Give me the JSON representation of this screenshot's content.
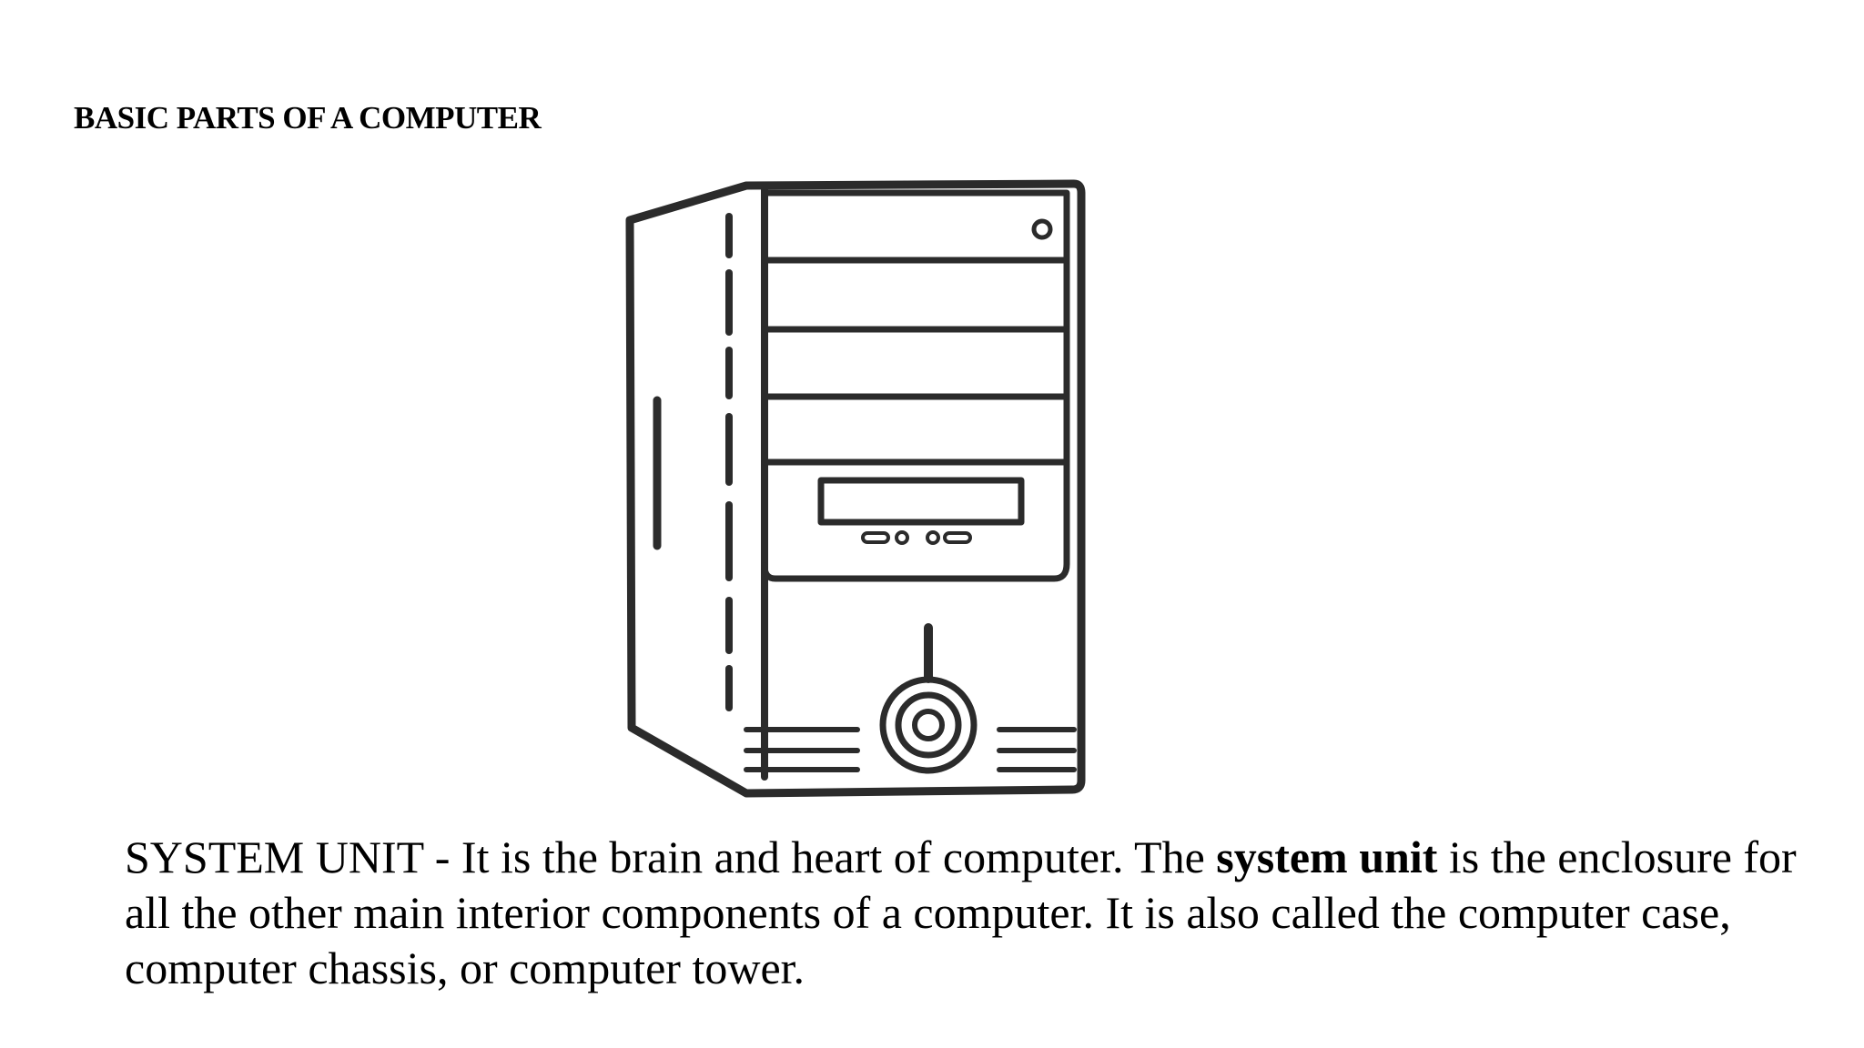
{
  "slide": {
    "title": "BASIC PARTS OF A COMPUTER",
    "illustration": {
      "icon": "computer-tower-icon"
    },
    "paragraph": {
      "lead": "SYSTEM UNIT - It is the brain and heart of computer. The ",
      "bold": "system unit",
      "rest": " is the enclosure for all the other main interior components of a computer. It is also called the computer case, computer chassis, or computer tower."
    }
  }
}
